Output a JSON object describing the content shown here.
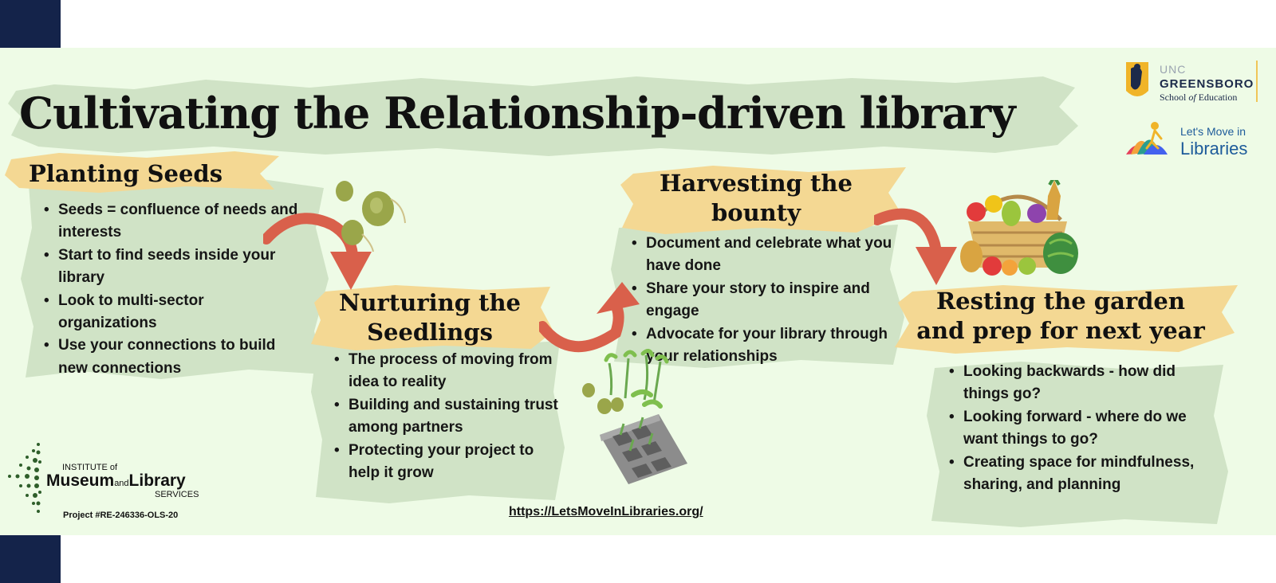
{
  "title": "Cultivating the Relationship-driven library",
  "stages": [
    {
      "heading": "Planting Seeds",
      "bullets": [
        "Seeds = confluence of needs and interests",
        "Start to find seeds inside your library",
        "Look to multi-sector organizations",
        "Use your connections to build new connections"
      ]
    },
    {
      "heading": "Nurturing the Seedlings",
      "bullets": [
        "The process of moving from idea to reality",
        "Building and sustaining trust among partners",
        "Protecting your project to help it grow"
      ]
    },
    {
      "heading": "Harvesting the bounty",
      "bullets": [
        "Document and celebrate what you have done",
        "Share your story to inspire and engage",
        "Advocate for your library through your relationships"
      ]
    },
    {
      "heading": "Resting the garden and prep for next year",
      "bullets": [
        "Looking backwards - how did things go?",
        "Looking forward - where do we want things to go?",
        "Creating space for mindfulness, sharing, and planning"
      ]
    }
  ],
  "url": "https://LetsMoveInLibraries.org/",
  "project": "Project #RE-246336-OLS-20",
  "logos": {
    "unc": {
      "line1": "UNC",
      "line2": "GREENSBORO",
      "line3_a": "School ",
      "line3_b": "of",
      "line3_c": " Education"
    },
    "lets_move": {
      "line1": "Let's Move in",
      "line2": "Libraries"
    },
    "imls": {
      "line1": "INSTITUTE of",
      "line2_a": "Museum",
      "line2_b": "and",
      "line2_c": "Library",
      "line3": "SERVICES"
    }
  },
  "colors": {
    "background": "#eefbe6",
    "brush_green": "#d0e3c6",
    "brush_yellow": "#f4d893",
    "arrow": "#d9604b",
    "navy": "#14234a",
    "logo_blue": "#1d5b9a"
  }
}
